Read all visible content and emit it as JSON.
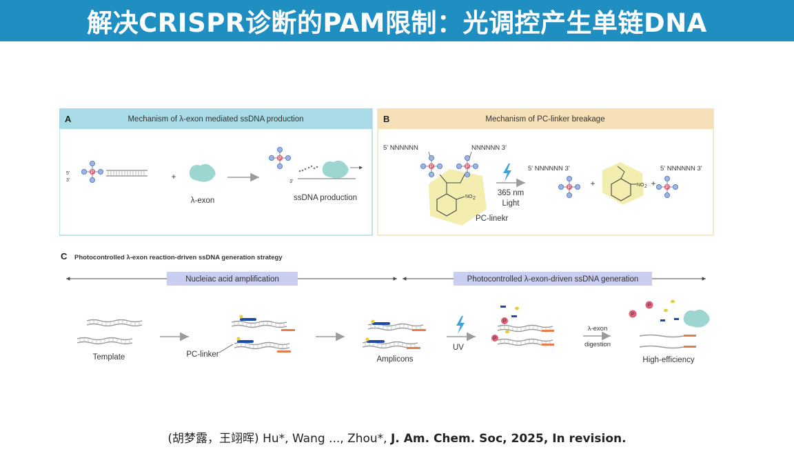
{
  "header": {
    "title": "解决CRISPR诊断的PAM限制：光调控产生单链DNA",
    "bg_color": "#1f8fc2"
  },
  "panel_a": {
    "letter": "A",
    "title": "Mechanism of λ-exon mediated ssDNA production",
    "header_color": "#a9dbe6",
    "strand5": "5'",
    "strand3": "3'",
    "plus": "+",
    "enzyme_label": "λ-exon",
    "product_3": "3'",
    "product_label": "ssDNA production"
  },
  "panel_b": {
    "letter": "B",
    "title": "Mechanism of PC-linker breakage",
    "header_color": "#f6e0b8",
    "seq_left": "5' NNNNNN",
    "seq_right": "NNNNNN 3'",
    "no2": "NO",
    "no2_sub": "2",
    "linker_label": "PC-linekr",
    "light_line1": "365 nm",
    "light_line2": "Light",
    "prod1_seq": "5' NNNNNN 3'",
    "plus": "+",
    "prod3_seq": "5' NNNNNN 3'"
  },
  "panel_c": {
    "letter": "C",
    "title": "Photocontrolled λ-exon reaction-driven ssDNA generation strategy",
    "banner_left": "Nucleiac acid amplification",
    "banner_right": "Photocontrolled λ-exon-driven ssDNA generation",
    "step_template": "Template",
    "step_pclinker": "PC-linker",
    "step_amplicons": "Amplicons",
    "step_uv": "UV",
    "step_exon1": "λ-exon",
    "step_exon2": "digestion",
    "step_final": "High-efficiency",
    "phosphate": "P"
  },
  "citation": {
    "names": "(胡梦露，王翊晖) Hu*, Wang ..., Zhou*, ",
    "journal": "J. Am. Chem. Soc, 2025, In revision."
  },
  "colors": {
    "phosphate_blue": "#4a6fc0",
    "phosphate_center": "#e0607a",
    "enzyme": "#9dd5d0",
    "linker_hex": "#f3eeb0",
    "banner": "#c9cdef",
    "primer_blue": "#1d4aa8",
    "primer_orange": "#e87b4a"
  }
}
